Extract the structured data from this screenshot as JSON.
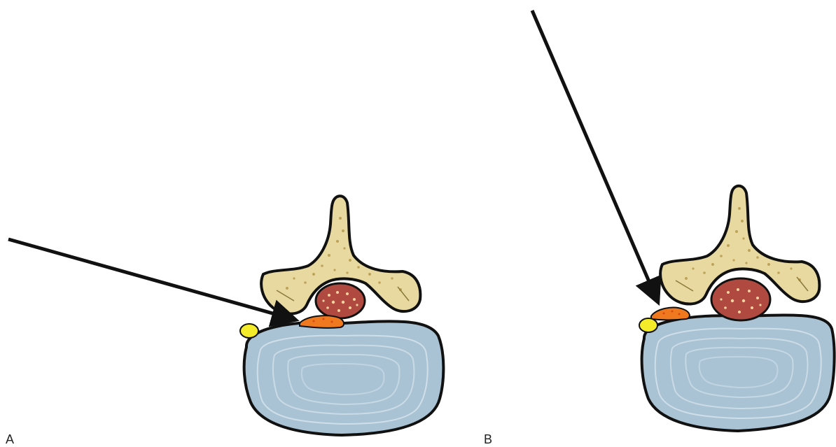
{
  "panels": [
    {
      "id": "A",
      "label": "A"
    },
    {
      "id": "B",
      "label": "B"
    }
  ],
  "colors": {
    "background": "#ffffff",
    "disc_fill": "#a9c3d4",
    "disc_rings": "#d8e6ee",
    "outline": "#111111",
    "bone_fill": "#e8d9a0",
    "bone_speckle": "#b79a4c",
    "cord_fill": "#b04a40",
    "cord_speckle": "#f1d3a0",
    "herniation_fill": "#f0781f",
    "herniation_speckle": "#d84a14",
    "ganglion_fill": "#f4ec2a",
    "needle": "#111111"
  }
}
